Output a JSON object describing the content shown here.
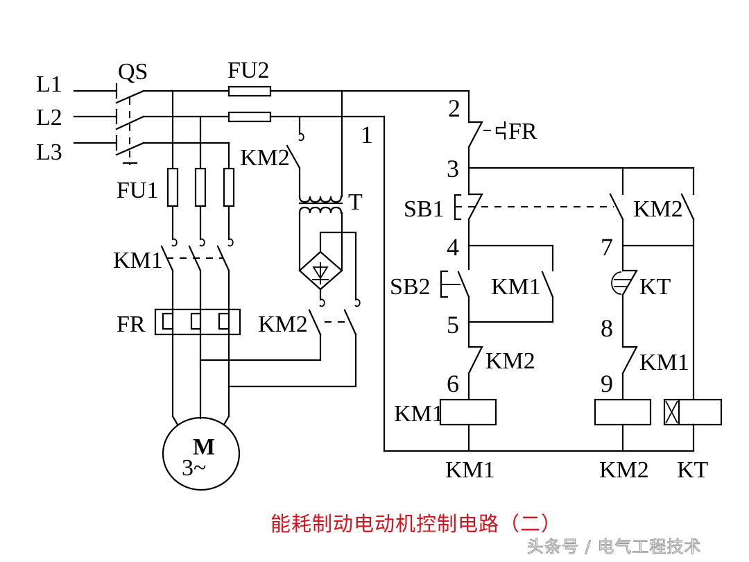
{
  "diagram": {
    "title": "能耗制动电动机控制电路（二）",
    "watermark": "头条号 / 电气工程技术",
    "lines": {
      "l1": "L1",
      "l2": "L2",
      "l3": "L3"
    },
    "components": {
      "qs": "QS",
      "fu1": "FU1",
      "fu2": "FU2",
      "km1_main": "KM1",
      "fr_main": "FR",
      "km2_dc": "KM2",
      "km2_tr": "KM2",
      "transformer": "T",
      "motor_top": "M",
      "motor_bottom": "3~",
      "fr_ctrl": "FR",
      "sb1": "SB1",
      "sb2": "SB2",
      "km1_hold": "KM1",
      "km2_interlock": "KM2",
      "km2_hold": "KM2",
      "kt_contact": "KT",
      "km1_interlock": "KM1",
      "km1_coil_left": "KM1"
    },
    "nodes": [
      "1",
      "2",
      "3",
      "4",
      "5",
      "6",
      "7",
      "8",
      "9"
    ],
    "coil_labels": {
      "km1": "KM1",
      "km2": "KM2",
      "kt": "KT"
    }
  }
}
